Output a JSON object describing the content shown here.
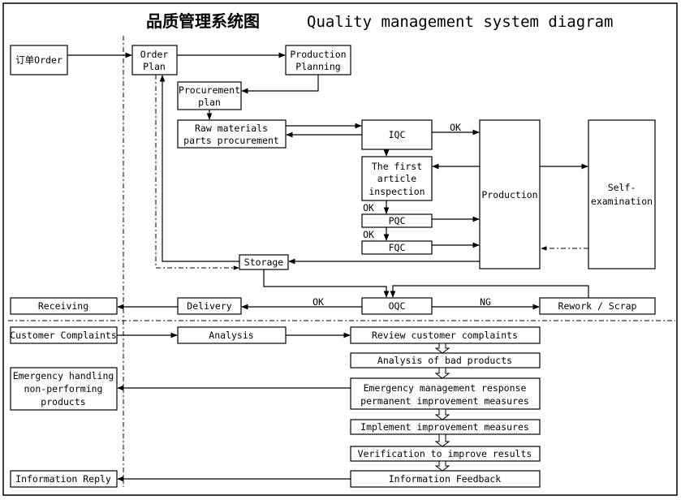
{
  "title": {
    "cn": "品质管理系统图",
    "en": "Quality management system diagram"
  },
  "nodes": {
    "order": "订单Order",
    "order_plan": [
      "Order",
      "Plan"
    ],
    "production_planning": [
      "Production",
      "Planning"
    ],
    "procurement_plan": [
      "Procurement",
      "plan"
    ],
    "raw_materials": [
      "Raw materials",
      "parts procurement"
    ],
    "iqc": "IQC",
    "first_article": [
      "The first",
      "article",
      "inspection"
    ],
    "pqc": "PQC",
    "fqc": "FQC",
    "production": "Production",
    "self_exam": [
      "Self-",
      "examination"
    ],
    "storage": "Storage",
    "oqc": "OQC",
    "receiving": "Receiving",
    "delivery": "Delivery",
    "rework": "Rework / Scrap",
    "customer_complaints": "Customer Complaints",
    "analysis": "Analysis",
    "review": "Review customer complaints",
    "bad_products": "Analysis of bad products",
    "emergency_handling": [
      "Emergency handling",
      "non-performing",
      "products"
    ],
    "emergency_response": [
      "Emergency management response",
      "permanent improvement measures"
    ],
    "implement": "Implement improvement measures",
    "verification": "Verification to improve results",
    "info_reply": "Information Reply",
    "info_feedback": "Information Feedback"
  },
  "labels": {
    "ok_iqc": "OK",
    "ok_pqc": "OK",
    "ok_fqc": "OK",
    "ok_delivery": "OK",
    "ng": "NG"
  }
}
